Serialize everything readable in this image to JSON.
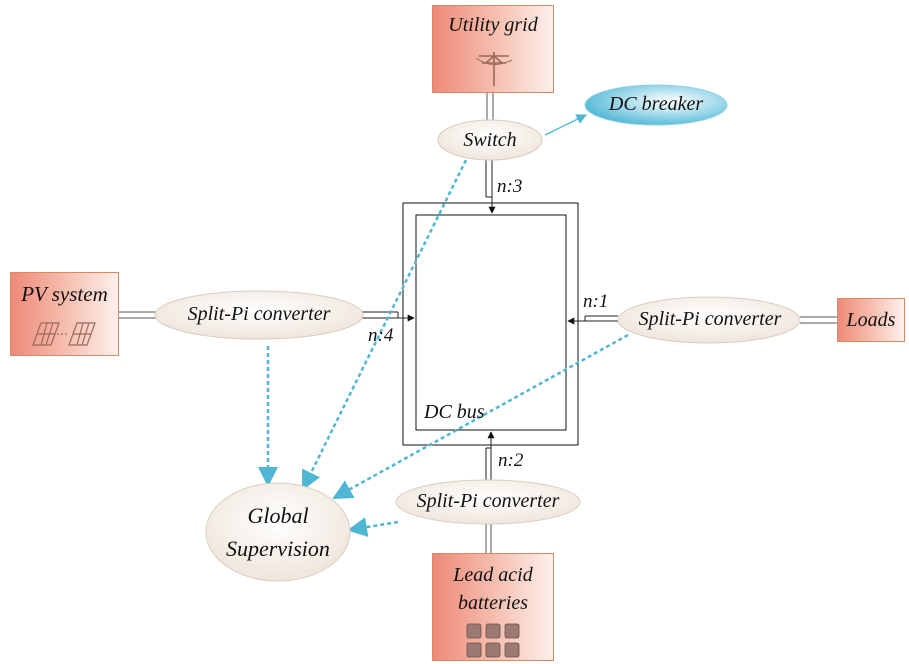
{
  "nodes": {
    "utility_grid": "Utility grid",
    "pv_system": "PV system",
    "loads": "Loads",
    "lead_acid_batteries": [
      "Lead acid",
      "batteries"
    ],
    "switch": "Switch",
    "dc_breaker": "DC breaker",
    "converter_pv": "Split-Pi converter",
    "converter_loads": "Split-Pi converter",
    "converter_batteries": "Split-Pi converter",
    "global_supervision": [
      "Global",
      "Supervision"
    ],
    "dc_bus": "DC bus"
  },
  "ports": {
    "loads": "n:1",
    "batteries": "n:2",
    "grid": "n:3",
    "pv": "n:4"
  },
  "icons": {
    "utility_grid": "power-pole-icon",
    "pv_system": "solar-panels-icon",
    "lead_acid_batteries": "batteries-icon"
  },
  "colors": {
    "source_box_start": "#ee8a78",
    "source_box_end": "#fdf0ec",
    "ellipse_fill": "#f3ece5",
    "dc_breaker_fill": "#5bbfdd",
    "supervision_link": "#4fb6d4"
  }
}
